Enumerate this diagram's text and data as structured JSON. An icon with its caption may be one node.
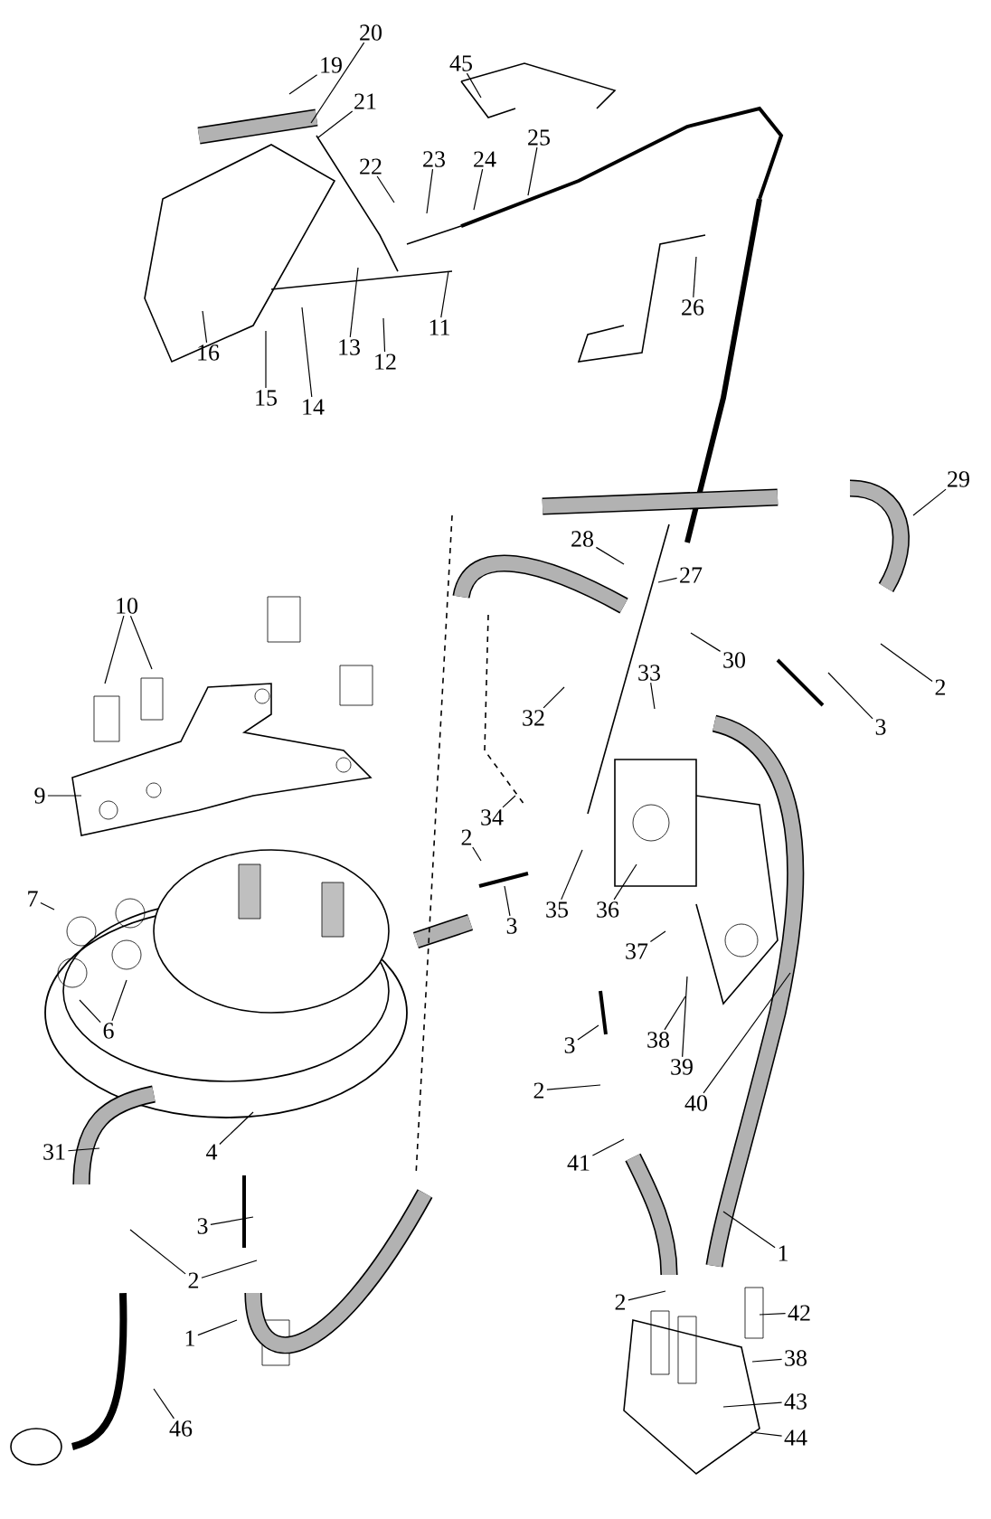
{
  "diagram": {
    "nodes": [
      {
        "text": [
          "20"
        ]
      },
      {
        "text": [
          "19"
        ]
      },
      {
        "text": [
          "21"
        ]
      },
      {
        "text": [
          "45"
        ]
      },
      {
        "text": [
          "22"
        ]
      },
      {
        "text": [
          "23"
        ]
      },
      {
        "text": [
          "24"
        ]
      },
      {
        "text": [
          "25"
        ]
      },
      {
        "text": [
          "11"
        ]
      },
      {
        "text": [
          "12"
        ]
      },
      {
        "text": [
          "13"
        ]
      },
      {
        "text": [
          "16"
        ]
      },
      {
        "text": [
          "15"
        ]
      },
      {
        "text": [
          "14"
        ]
      },
      {
        "text": [
          "26"
        ]
      },
      {
        "text": [
          "29"
        ]
      },
      {
        "text": [
          "28"
        ]
      },
      {
        "text": [
          "27"
        ]
      },
      {
        "text": [
          "10"
        ]
      },
      {
        "text": [
          "30"
        ]
      },
      {
        "text": [
          "2"
        ]
      },
      {
        "text": [
          "33"
        ]
      },
      {
        "text": [
          "32"
        ]
      },
      {
        "text": [
          "3"
        ]
      },
      {
        "text": [
          "9"
        ]
      },
      {
        "text": [
          "34"
        ]
      },
      {
        "text": [
          "2"
        ]
      },
      {
        "text": [
          "7"
        ]
      },
      {
        "text": [
          "35"
        ]
      },
      {
        "text": [
          "3"
        ]
      },
      {
        "text": [
          "36"
        ]
      },
      {
        "text": [
          "37"
        ]
      },
      {
        "text": [
          "6"
        ]
      },
      {
        "text": [
          "3"
        ]
      },
      {
        "text": [
          "38"
        ]
      },
      {
        "text": [
          "39"
        ]
      },
      {
        "text": [
          "2"
        ]
      },
      {
        "text": [
          "40"
        ]
      },
      {
        "text": [
          "31"
        ]
      },
      {
        "text": [
          "4"
        ]
      },
      {
        "text": [
          "41"
        ]
      },
      {
        "text": [
          "3"
        ]
      },
      {
        "text": [
          "1"
        ]
      },
      {
        "text": [
          "2"
        ]
      },
      {
        "text": [
          "2"
        ]
      },
      {
        "text": [
          "42"
        ]
      },
      {
        "text": [
          "1"
        ]
      },
      {
        "text": [
          "38"
        ]
      },
      {
        "text": [
          "43"
        ]
      },
      {
        "text": [
          "46"
        ]
      },
      {
        "text": [
          "44"
        ]
      }
    ],
    "edges": [
      {
        "from": 0,
        "to": null,
        "arrow": "none"
      },
      {
        "from": 1,
        "to": null,
        "arrow": "none"
      },
      {
        "from": 2,
        "to": null,
        "arrow": "none"
      },
      {
        "from": 3,
        "to": null,
        "arrow": "none"
      },
      {
        "from": 4,
        "to": null,
        "arrow": "none"
      },
      {
        "from": 5,
        "to": null,
        "arrow": "none"
      },
      {
        "from": 6,
        "to": null,
        "arrow": "none"
      },
      {
        "from": 7,
        "to": null,
        "arrow": "none"
      },
      {
        "from": 8,
        "to": null,
        "arrow": "none"
      },
      {
        "from": 9,
        "to": null,
        "arrow": "none"
      },
      {
        "from": 10,
        "to": null,
        "arrow": "none"
      },
      {
        "from": 11,
        "to": null,
        "arrow": "none"
      },
      {
        "from": 12,
        "to": null,
        "arrow": "none"
      },
      {
        "from": 13,
        "to": null,
        "arrow": "none"
      },
      {
        "from": 14,
        "to": null,
        "arrow": "none"
      },
      {
        "from": 15,
        "to": null,
        "arrow": "none"
      },
      {
        "from": 16,
        "to": null,
        "arrow": "none"
      },
      {
        "from": 17,
        "to": null,
        "arrow": "none"
      },
      {
        "from": 18,
        "to": null,
        "arrow": "none"
      },
      {
        "from": 18,
        "to": null,
        "arrow": "none"
      },
      {
        "from": 19,
        "to": null,
        "arrow": "none"
      },
      {
        "from": 20,
        "to": null,
        "arrow": "none"
      },
      {
        "from": 21,
        "to": null,
        "arrow": "none"
      },
      {
        "from": 22,
        "to": null,
        "arrow": "none"
      },
      {
        "from": 23,
        "to": null,
        "arrow": "none"
      },
      {
        "from": 24,
        "to": null,
        "arrow": "none"
      },
      {
        "from": 25,
        "to": null,
        "arrow": "none"
      },
      {
        "from": 26,
        "to": null,
        "arrow": "none"
      },
      {
        "from": 27,
        "to": null,
        "arrow": "none"
      },
      {
        "from": 28,
        "to": null,
        "arrow": "none"
      },
      {
        "from": 29,
        "to": null,
        "arrow": "none"
      },
      {
        "from": 30,
        "to": null,
        "arrow": "none"
      },
      {
        "from": 31,
        "to": null,
        "arrow": "none"
      },
      {
        "from": 32,
        "to": null,
        "arrow": "none"
      },
      {
        "from": 32,
        "to": null,
        "arrow": "none"
      },
      {
        "from": 33,
        "to": null,
        "arrow": "none"
      },
      {
        "from": 34,
        "to": null,
        "arrow": "none"
      },
      {
        "from": 35,
        "to": null,
        "arrow": "none"
      },
      {
        "from": 36,
        "to": null,
        "arrow": "none"
      },
      {
        "from": 37,
        "to": null,
        "arrow": "none"
      },
      {
        "from": 38,
        "to": null,
        "arrow": "none"
      },
      {
        "from": 39,
        "to": null,
        "arrow": "none"
      },
      {
        "from": 40,
        "to": null,
        "arrow": "none"
      },
      {
        "from": 41,
        "to": null,
        "arrow": "none"
      },
      {
        "from": 42,
        "to": null,
        "arrow": "none"
      },
      {
        "from": 43,
        "to": null,
        "arrow": "none"
      },
      {
        "from": 43,
        "to": null,
        "arrow": "none"
      },
      {
        "from": 44,
        "to": null,
        "arrow": "none"
      },
      {
        "from": 45,
        "to": null,
        "arrow": "none"
      },
      {
        "from": 46,
        "to": null,
        "arrow": "none"
      },
      {
        "from": 47,
        "to": null,
        "arrow": "none"
      },
      {
        "from": 48,
        "to": null,
        "arrow": "none"
      },
      {
        "from": 49,
        "to": null,
        "arrow": "none"
      },
      {
        "from": 50,
        "to": null,
        "arrow": "none"
      }
    ]
  }
}
